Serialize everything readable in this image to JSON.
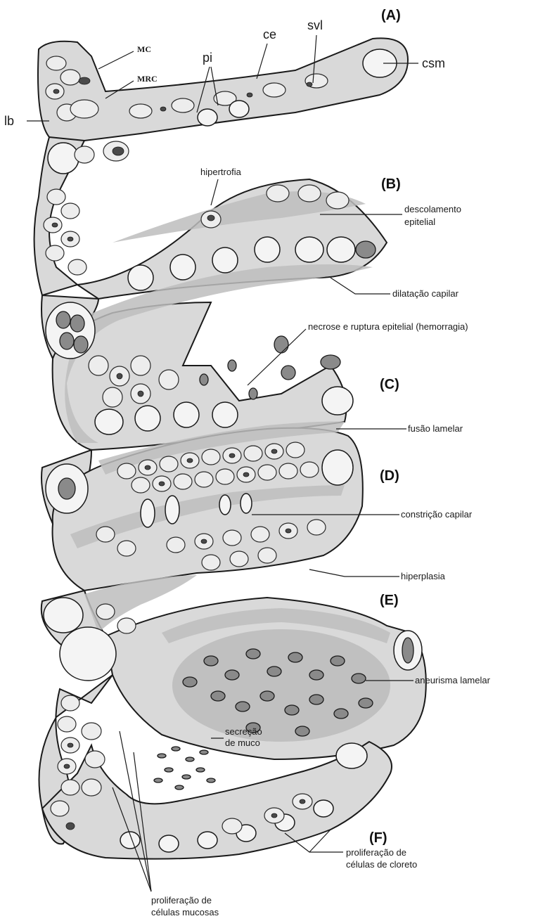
{
  "panels": {
    "A": "(A)",
    "B": "(B)",
    "C": "(C)",
    "D": "(D)",
    "E": "(E)",
    "F": "(F)"
  },
  "labels": {
    "mc": "MC",
    "mrc": "MRC",
    "lb": "lb",
    "pi": "pi",
    "ce": "ce",
    "svl": "svl",
    "csm": "csm",
    "hipertrofia": "hipertrofia",
    "descolamento_1": "descolamento",
    "descolamento_2": "epitelial",
    "dilatacao": "dilatação capilar",
    "necrose": "necrose e ruptura epitelial (hemorragia)",
    "fusao": "fusão lamelar",
    "constricao": "constrição capilar",
    "hiperplasia": "hiperplasia",
    "aneurisma": "aneurisma lamelar",
    "secrecao_1": "secreção",
    "secrecao_2": "de muco",
    "cloreto_1": "proliferação de",
    "cloreto_2": "células de cloreto",
    "mucosas_1": "proliferação de",
    "mucosas_2": "células mucosas"
  },
  "colors": {
    "ink": "#1a1a1a",
    "tissue": "#d9d9d9",
    "stipple": "#bdbdbd",
    "vessel": "#f4f4f4"
  }
}
